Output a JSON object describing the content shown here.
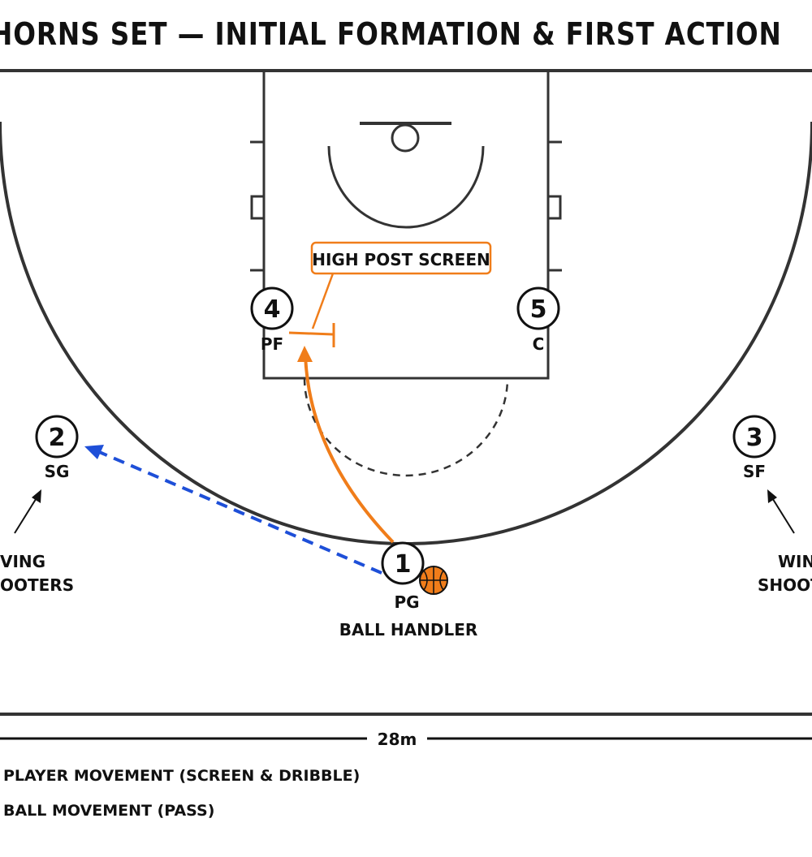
{
  "title": "HORNS SET — INITIAL FORMATION & FIRST ACTION",
  "screen_label": "HIGH POST SCREEN",
  "players": [
    {
      "number": "1",
      "position": "PG",
      "role": "BALL HANDLER"
    },
    {
      "number": "2",
      "position": "SG"
    },
    {
      "number": "3",
      "position": "SF"
    },
    {
      "number": "4",
      "position": "PF"
    },
    {
      "number": "5",
      "position": "C"
    }
  ],
  "wing_labels": {
    "left": [
      "VING",
      "OOTERS"
    ],
    "right": [
      "WIN",
      "SHOOT"
    ]
  },
  "dimension_label": "28m",
  "legend": [
    {
      "text": "PLAYER MOVEMENT (SCREEN & DRIBBLE)",
      "color": "#f07d1a"
    },
    {
      "text": "BALL MOVEMENT (PASS)",
      "color": "#1e4fd8"
    }
  ],
  "colors": {
    "court_line": "#333333",
    "screen": "#f07d1a",
    "pass": "#1e4fd8",
    "ball": "#f07d1a"
  }
}
